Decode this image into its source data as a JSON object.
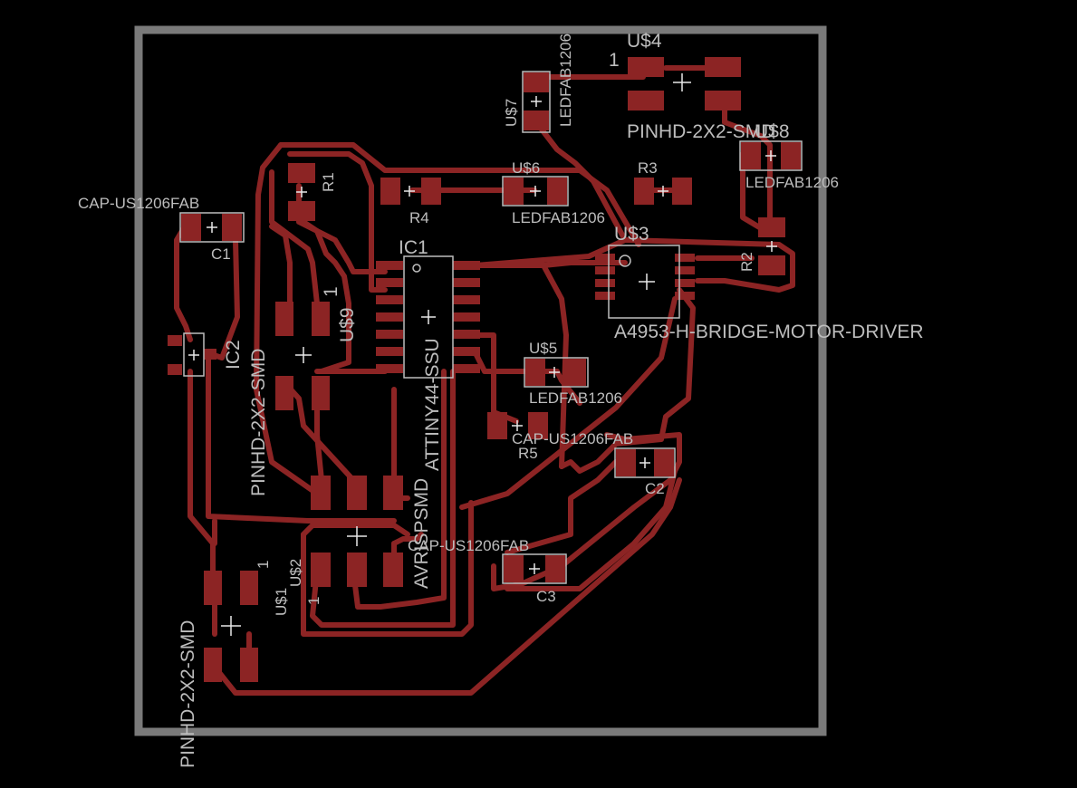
{
  "board": {
    "outline_color": "#7a7a7a",
    "copper_color": "#8c2424",
    "silk_color": "#bdbdbd",
    "background": "#000000"
  },
  "labels": {
    "usd4_name": "U$4",
    "usd4_pin1": "1",
    "usd4_value": "PINHD-2X2-SMD",
    "usd7_name": "U$7",
    "usd7_value": "LEDFAB1206",
    "usd8_name": "U$8",
    "usd8_value": "LEDFAB1206",
    "r3_name": "R3",
    "r2_name": "R2",
    "r1_name": "R1",
    "r4_name": "R4",
    "r5_name": "R5",
    "usd6_name": "U$6",
    "usd6_value": "LEDFAB1206",
    "usd3_name": "U$3",
    "usd3_value": "A4953-H-BRIDGE-MOTOR-DRIVER",
    "c1_value": "CAP-US1206FAB",
    "c1_name": "C1",
    "ic1_name": "IC1",
    "ic1_value": "ATTINY44-SSU",
    "ic2_name": "IC2",
    "usd9_name": "U$9",
    "usd9_pin1": "1",
    "usd9_value": "PINHD-2X2-SMD",
    "usd5_name": "U$5",
    "usd5_value": "LEDFAB1206",
    "c2_value": "CAP-US1206FAB",
    "c2_name": "C2",
    "usd2_name": "U$2",
    "usd2_pin1": "1",
    "usd2_value": "AVRISPSMD",
    "c3_value": "CAP-US1206FAB",
    "c3_name": "C3",
    "usd1_name": "U$1",
    "usd1_pin1": "1",
    "usd1_value": "PINHD-2X2-SMD"
  }
}
